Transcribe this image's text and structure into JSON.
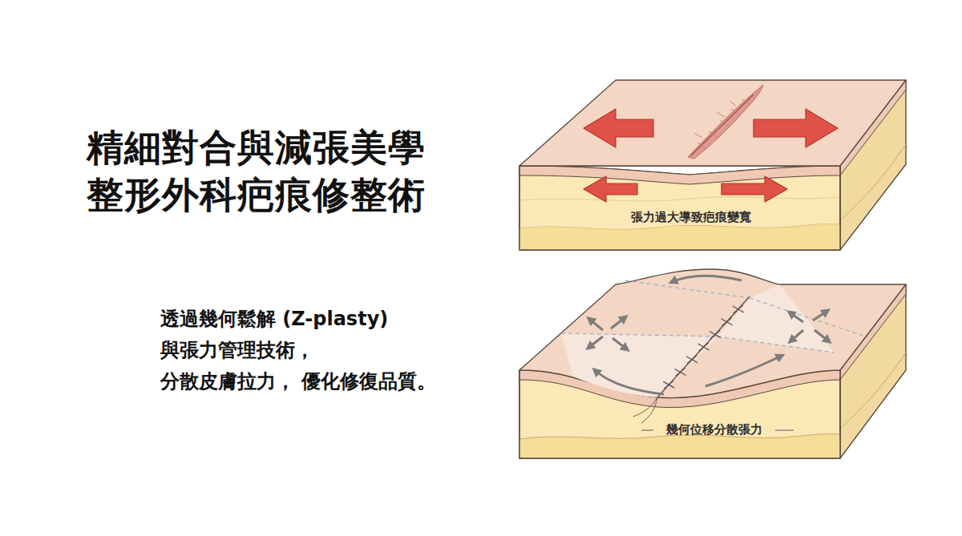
{
  "diagram": {
    "title": "精細對合與減張美學 整形外科疤痕修整術",
    "caption": "透過幾何鬆解 (Z-plasty) 與張力管理技術， 分散皮膚拉力， 優化修復品質。",
    "labels": [
      "張力過大導致疤痕變寬",
      "幾何位移分散張力"
    ]
  }
}
